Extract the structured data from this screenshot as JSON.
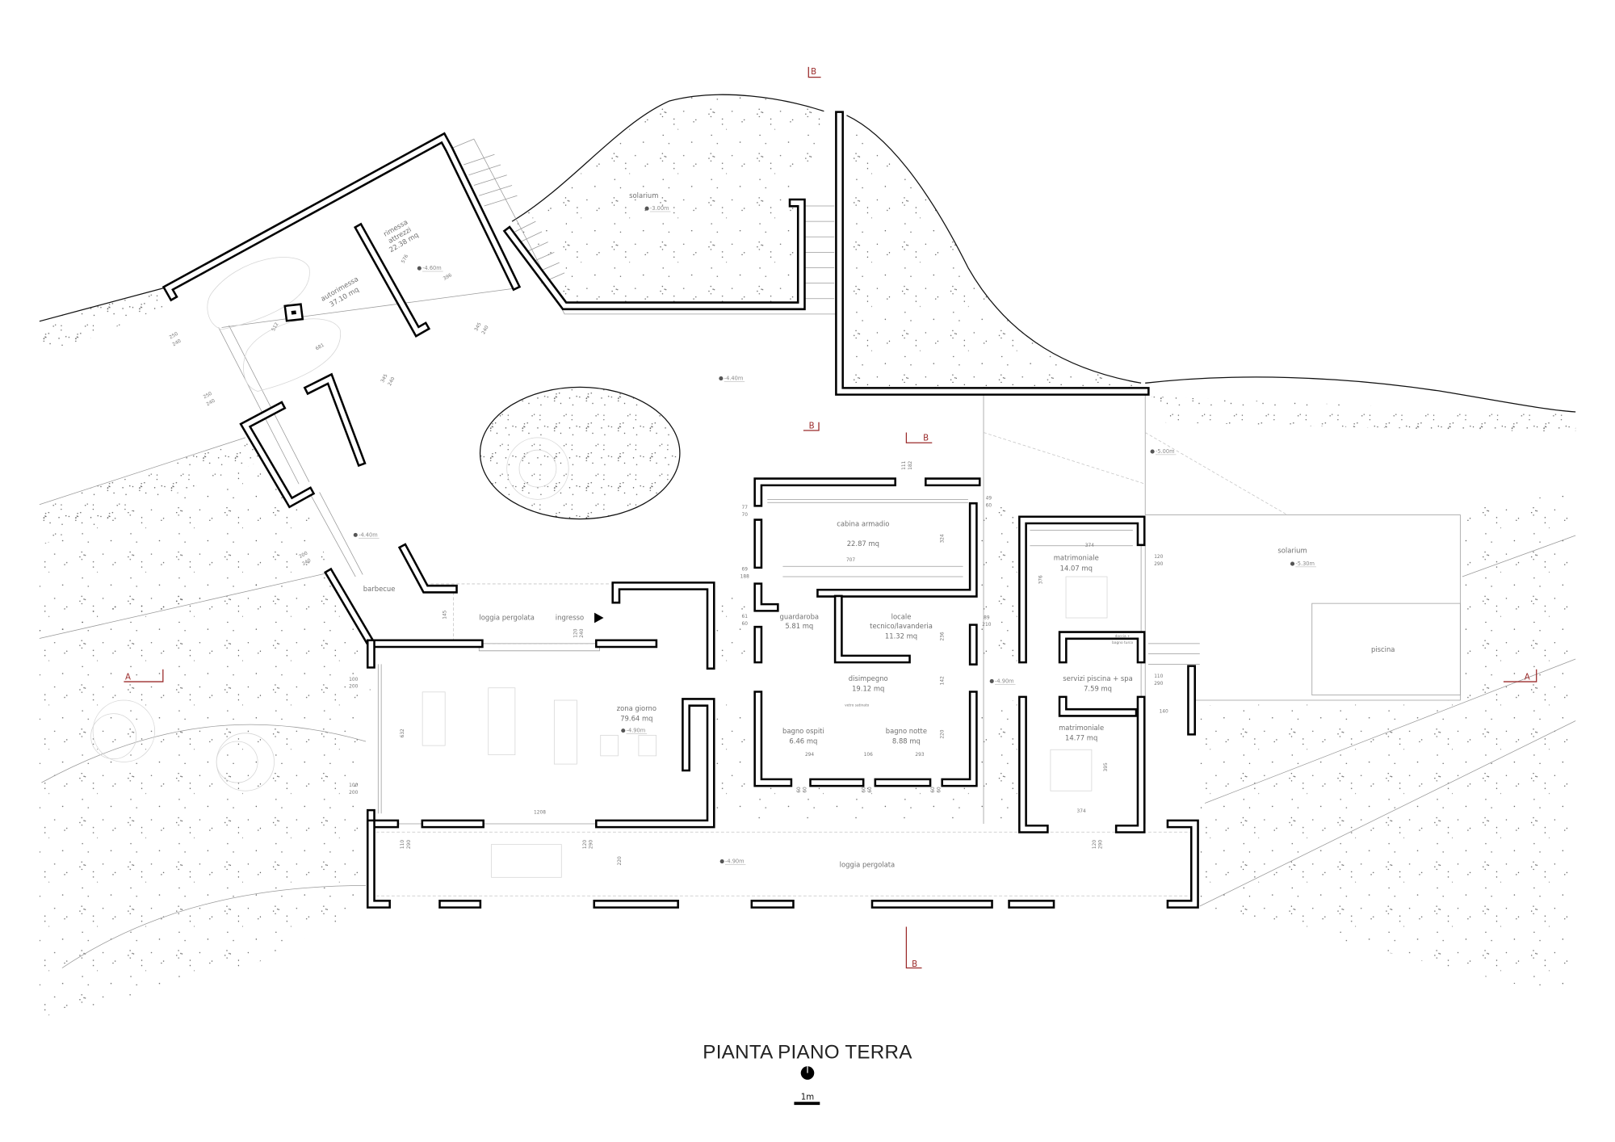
{
  "title": "PIANTA PIANO TERRA",
  "scale_label": "1m",
  "colors": {
    "walls": "#000000",
    "section_marker": "#9b2b2b",
    "annotation": "#777777"
  },
  "icons": {
    "north_arrow": "north-arrow-icon",
    "elevation": "elevation-marker-icon",
    "entrance": "entrance-arrow-icon"
  },
  "rooms": [
    {
      "name": "autorimessa",
      "area": "37.10 mq"
    },
    {
      "name": "rimessa attrezzi",
      "name_lines": [
        "rimessa",
        "attrezzi"
      ],
      "area": "22.38 mq"
    },
    {
      "name": "zona giorno",
      "area": "79.64 mq"
    },
    {
      "name": "cabina armadio",
      "area": "22.87 mq"
    },
    {
      "name": "guardaroba",
      "area": "5.81 mq"
    },
    {
      "name": "locale tecnico/lavanderia",
      "name_lines": [
        "locale",
        "tecnico/lavanderia"
      ],
      "area": "11.32 mq"
    },
    {
      "name": "disimpegno",
      "area": "19.12 mq"
    },
    {
      "name": "bagno ospiti",
      "area": "6.46 mq"
    },
    {
      "name": "bagno notte",
      "area": "8.88 mq"
    },
    {
      "name": "matrimoniale",
      "area": "14.07 mq"
    },
    {
      "name": "servizi piscina + spa",
      "area": "7.59 mq"
    },
    {
      "name": "matrimoniale",
      "area": "14.77 mq"
    }
  ],
  "labels": {
    "solarium_top": "solarium",
    "solarium_right": "solarium",
    "piscina": "piscina",
    "barbecue": "barbecue",
    "loggia_upper": "loggia pergolata",
    "ingresso": "ingresso",
    "loggia_lower": "loggia pergolata",
    "doccia": [
      "doccia +",
      "bagno turco"
    ],
    "vetro": "vetro satinato"
  },
  "elevations": {
    "solarium_top": "-3.00m",
    "rimessa": "-4.60m",
    "courtyard": "-4.40m",
    "garage_entry": "-4.40m",
    "zona_giorno": "-4.90m",
    "corridor": "-4.90m",
    "loggia": "-4.90m",
    "east": "-5.00m",
    "solarium_right": "-5.30m"
  },
  "dimensions": [
    "576",
    "396",
    "512",
    "681",
    "250",
    "240",
    "250",
    "240",
    "345",
    "240",
    "345",
    "240",
    "200",
    "240",
    "145",
    "120",
    "240",
    "632",
    "1208",
    "100",
    "200",
    "100",
    "200",
    "110",
    "290",
    "120",
    "290",
    "220",
    "111",
    "182",
    "77",
    "70",
    "69",
    "188",
    "61",
    "60",
    "49",
    "60",
    "324",
    "707",
    "236",
    "142",
    "89",
    "210",
    "220",
    "294",
    "106",
    "293",
    "60",
    "60",
    "60",
    "60",
    "60",
    "60",
    "374",
    "376",
    "120",
    "290",
    "110",
    "290",
    "140",
    "395",
    "374",
    "120",
    "290"
  ],
  "section_markers": [
    "B",
    "B",
    "B",
    "B",
    "A",
    "A"
  ]
}
